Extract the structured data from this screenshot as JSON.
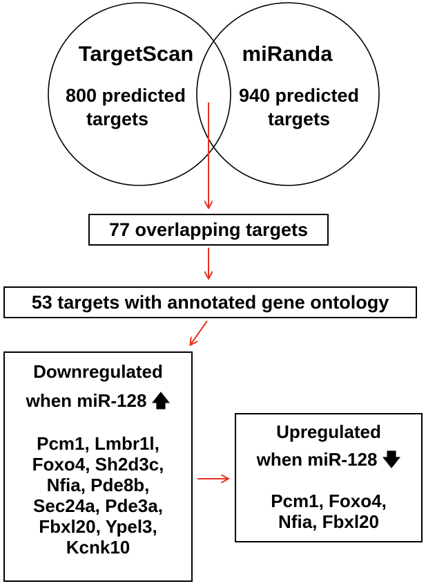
{
  "venn": {
    "left": {
      "title": "TargetScan",
      "count_line1": "800 predicted",
      "count_line2": "targets"
    },
    "right": {
      "title": "miRanda",
      "count_line1": "940 predicted",
      "count_line2": "targets"
    }
  },
  "steps": {
    "overlap": "77 overlapping targets",
    "annotated": "53 targets with annotated gene ontology"
  },
  "downregulated": {
    "line1": "Downregulated",
    "line2": "when miR-128",
    "arrow": "🡅",
    "genes": "Pcm1, Lmbr1l,\nFoxo4, Sh2d3c,\nNfia, Pde8b,\nSec24a, Pde3a,\nFbxl20, Ypel3,\nKcnk10"
  },
  "upregulated": {
    "line1": "Upregulated",
    "line2": "when miR-128",
    "arrow": "🡇",
    "genes": "Pcm1, Foxo4,\nNfia, Fbxl20"
  },
  "colors": {
    "arrow": "#e8301c",
    "stroke": "#000000"
  }
}
